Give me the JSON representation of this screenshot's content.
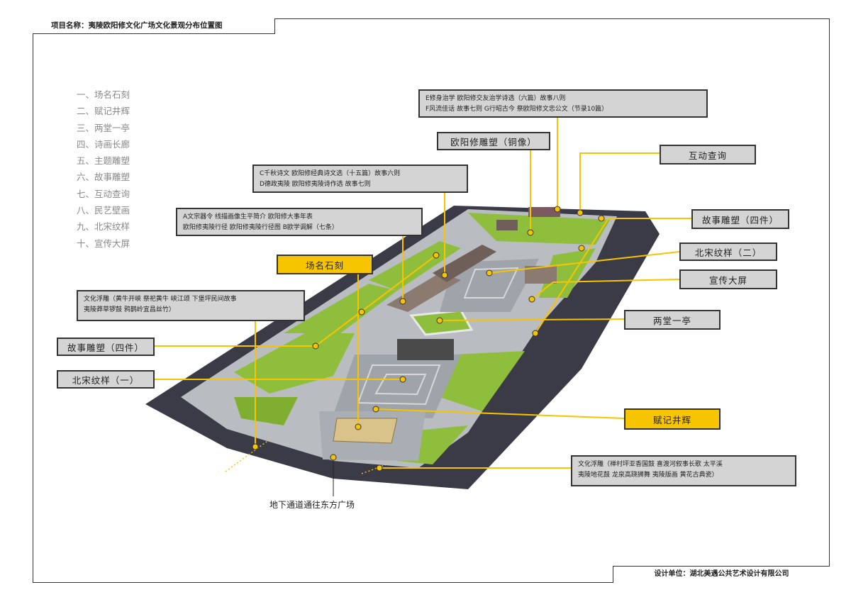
{
  "header": {
    "title": "项目名称：夷陵欧阳修文化广场文化景观分布位置图"
  },
  "footer": {
    "design_unit": "设计单位：湖北美遇公共艺术设计有限公司"
  },
  "legend": {
    "items": [
      "一、场名石刻",
      "二、赋记井辉",
      "三、两堂一亭",
      "四、诗画长廊",
      "五、主题雕塑",
      "六、故事雕塑",
      "七、互动查询",
      "八、民艺壁画",
      "九、北宋纹样",
      "十、宣传大屏"
    ]
  },
  "callouts": {
    "ef_line1": "E修身治学  欧阳修交友治学诗选（六篇）故事八则",
    "ef_line2": "F风流佳话  故事七则   G行昭古今  祭欧阳修文忠公文（节录10篇）",
    "statue": "欧阳修雕塑（铜像）",
    "interactive": "互动查询",
    "cd_line1": "C千秋诗文  欧阳修经典诗文选（十五篇）故事六则",
    "cd_line2": "D德政夷陵  欧阳修夷陵诗作选  故事七则",
    "story_right": "故事雕塑（四件）",
    "a_line1": "A文宗器令  线描画像生平简介    欧阳修大事年表",
    "a_line2": "欧阳修夷陵行径  欧阳修夷陵行径图    B欧学调解（七条）",
    "pattern_two": "北宋纹样（二）",
    "stone": "场名石刻",
    "screen": "宣传大屏",
    "relief_left_line1": "文化浮雕（黄牛开峡  祭祀黄牛  峡江颂  下堡坪民间故事",
    "relief_left_line2": "夷陵莽草锣鼓  鸦鹊岭宜昌丝竹）",
    "two_halls": "两堂一亭",
    "story_left": "故事雕塑（四件）",
    "pattern_one": "北宋纹样（一）",
    "fuji": "赋记井辉",
    "relief_right_line1": "文化浮雕（禅村坪亚香国鼓  喜渡河叙事长歌    太平溪",
    "relief_right_line2": "夷陵地花鼓  龙泉高跷狮舞  夷陵版画    黄花古典瓷）",
    "underpass": "地下通道通往东方广场"
  },
  "colors": {
    "road": "#3b3a47",
    "grass": "#8fbe3c",
    "paving": "#a8aeb3",
    "accent": "#f7c400",
    "leader": "#f7c400"
  }
}
